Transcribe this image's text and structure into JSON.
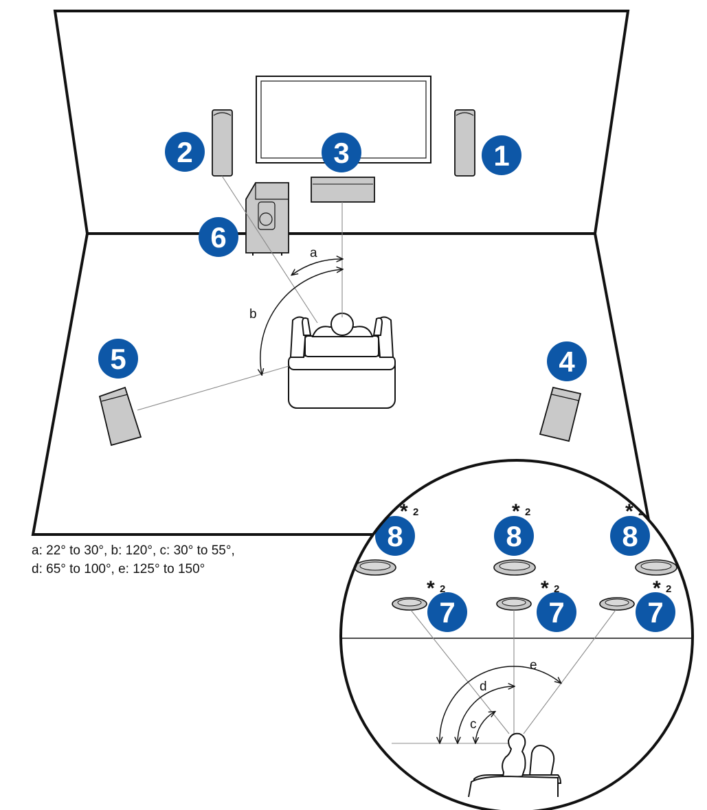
{
  "speakers": [
    {
      "num": "1"
    },
    {
      "num": "2"
    },
    {
      "num": "3"
    },
    {
      "num": "4"
    },
    {
      "num": "5"
    },
    {
      "num": "6"
    },
    {
      "num": "7"
    },
    {
      "num": "8"
    }
  ],
  "angle_labels": {
    "a": "a",
    "b": "b",
    "c": "c",
    "d": "d",
    "e": "e"
  },
  "footnote_mark": "2",
  "notes": {
    "line1": "a: 22° to 30°, b: 120°, c: 30° to 55°,",
    "line2": "d: 65° to 100°, e: 125° to 150°"
  },
  "colors": {
    "badge": "#0d57a7",
    "speaker_fill": "#c9c9c9",
    "line": "#111111",
    "guide": "#808080"
  }
}
